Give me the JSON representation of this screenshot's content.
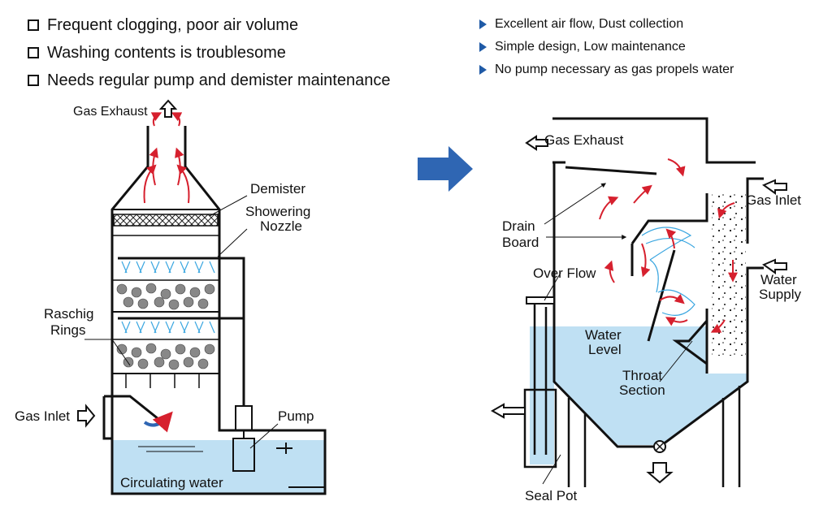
{
  "cons": [
    "Frequent clogging, poor air volume",
    "Washing contents is troublesome",
    "Needs regular pump and demister maintenance"
  ],
  "pros": [
    "Excellent air flow, Dust collection",
    "Simple design, Low maintenance",
    "No pump necessary as gas propels water"
  ],
  "left_labels": {
    "gas_exhaust": "Gas Exhaust",
    "demister": "Demister",
    "showering": "Showering",
    "nozzle": "Nozzle",
    "raschig": "Raschig",
    "rings": "Rings",
    "gas_inlet": "Gas Inlet",
    "pump": "Pump",
    "circulating_water": "Circulating water"
  },
  "right_labels": {
    "gas_exhaust": "Gas Exhaust",
    "gas_inlet": "Gas Inlet",
    "drain": "Drain",
    "board": "Board",
    "over_flow": "Over Flow",
    "water_supply_1": "Water",
    "water_supply_2": "Supply",
    "water_level_1": "Water",
    "water_level_2": "Level",
    "throat_1": "Throat",
    "throat_2": "Section",
    "seal_pot": "Seal Pot"
  },
  "colors": {
    "water": "#bfe0f3",
    "flow_arrow": "#d6202e",
    "transition_arrow": "#2f66b3",
    "pro_marker": "#1f5aa6",
    "nozzle_spray": "#3aa6e0"
  }
}
